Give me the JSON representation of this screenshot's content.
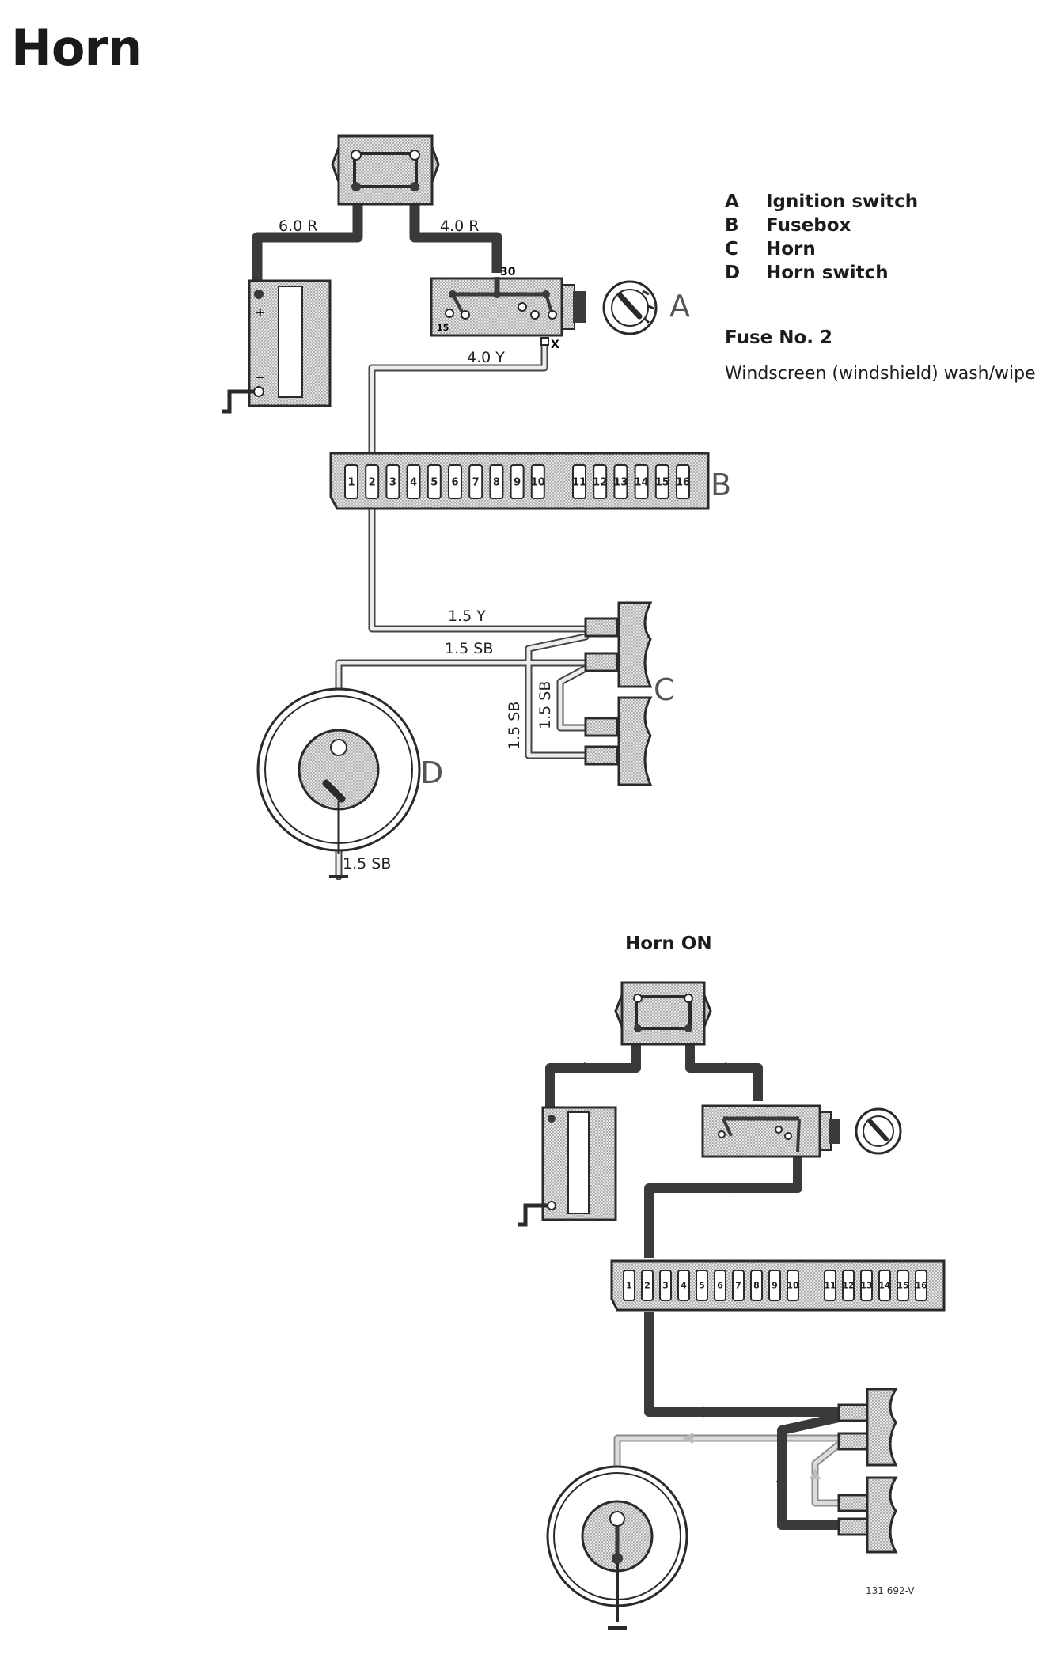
{
  "page": {
    "title": "Horn",
    "subtitle": "Horn ON",
    "reference_code": "131 692-V"
  },
  "legend": [
    {
      "key": "A",
      "label": "Ignition switch"
    },
    {
      "key": "B",
      "label": "Fusebox"
    },
    {
      "key": "C",
      "label": "Horn"
    },
    {
      "key": "D",
      "label": "Horn switch"
    }
  ],
  "fuse": {
    "title": "Fuse No. 2",
    "description": "Windscreen (windshield) wash/wipe"
  },
  "diagram": {
    "component_letters": {
      "ignition": "A",
      "fusebox": "B",
      "horn": "C",
      "horn_switch": "D"
    },
    "wires": {
      "battery_feed": "6.0 R",
      "ignition_feed": "4.0 R",
      "ignition_to_fuse": "4.0 Y",
      "fuse_to_horn": "1.5 Y",
      "switch_to_horn": "1.5 SB",
      "horn_link_a": "1.5 SB",
      "horn_link_b": "1.5 SB",
      "switch_ground": "1.5 SB"
    },
    "terminals": {
      "t30": "30",
      "t15": "15",
      "tx": "X",
      "plus": "+",
      "minus": "−"
    },
    "fuse_numbers": [
      "1",
      "2",
      "3",
      "4",
      "5",
      "6",
      "7",
      "8",
      "9",
      "10",
      "11",
      "12",
      "13",
      "14",
      "15",
      "16"
    ]
  },
  "colors": {
    "wire_dark": "#3a3a3a",
    "wire_light": "#c8c8c8",
    "component_fill": "#d6d6d6",
    "outline": "#2a2a2a"
  }
}
